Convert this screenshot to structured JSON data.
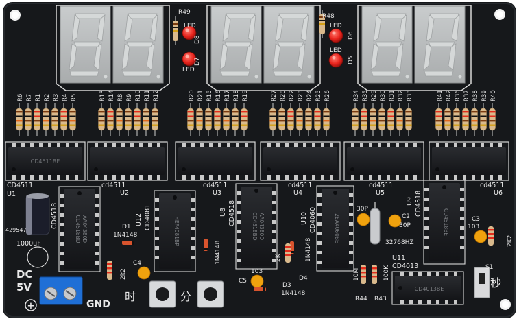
{
  "board": {
    "colors": {
      "pcb": "#16181b",
      "silkscreen": "#e8e8e8",
      "display_face": "#b9bcbd",
      "segment": "#d5d8d8",
      "chip": "#1d1f22",
      "led_red": "#e8231c",
      "terminal_blue": "#1f6fd6",
      "capacitor_orange": "#f0a20e",
      "resistor_tan": "#d9b98c"
    },
    "display_digits": 6,
    "resistor_labels": {
      "group1": [
        "R6",
        "R7",
        "R1",
        "R2",
        "R3",
        "R4",
        "R5"
      ],
      "group2": [
        "R13",
        "R14",
        "R8",
        "R9",
        "R10",
        "R11",
        "R12"
      ],
      "group3": [
        "R20",
        "R21",
        "R15",
        "R16",
        "R17",
        "R18",
        "R19"
      ],
      "group4": [
        "R27",
        "R28",
        "R22",
        "R23",
        "R24",
        "R25",
        "R26"
      ],
      "group5": [
        "R34",
        "R35",
        "R29",
        "R30",
        "R31",
        "R32",
        "R33"
      ],
      "group6": [
        "R41",
        "R42",
        "R36",
        "R37",
        "R38",
        "R39",
        "R40"
      ]
    },
    "led_labels": {
      "r49": "R49",
      "led_d8": "LED",
      "d8": "D8",
      "led_d7": "LED",
      "d7": "D7",
      "r48": "R48",
      "led_d6": "LED",
      "d6": "D6",
      "led_d5": "LED",
      "d5": "D5"
    },
    "chip_labels": {
      "u1": "CD4511",
      "u1_ref": "U1",
      "u2": "cd4511",
      "u2_ref": "U2",
      "u3": "cd4511",
      "u3_ref": "U3",
      "u4": "cd4511",
      "u4_ref": "U4",
      "u5": "cd4511",
      "u5_ref": "U5",
      "u6": "cd4511",
      "u6_ref": "U6",
      "u7": "CD4518",
      "u12": "CD4081",
      "u12_ref": "U12",
      "u8": "CD4518",
      "u8_ref": "U8",
      "u10": "CD4060",
      "u10_ref": "U10",
      "u9": "CD4518",
      "u9_ref": "U9",
      "u11": "CD4013",
      "u11_ref": "U11"
    },
    "chip_markings": {
      "u1": "CD4511BE",
      "u7": "CD4518BD\nAA04380D",
      "u12": "HEF4081BP",
      "u8": "CD4518BD\nAA04380D",
      "u10": "2EA4060BE",
      "u9": "CD4518BE",
      "u11": "CD4013BE"
    },
    "component_labels": {
      "d1": "D1",
      "d1_part": "1N4148",
      "d2_part": "1N4148",
      "d3": "D3",
      "d3_part": "1N4148",
      "d4": "D4",
      "d4_part": "1N4148",
      "c4": "C4",
      "c5": "C5",
      "c5_val": "103",
      "c1": "30P",
      "c2": "C2",
      "c2_val": "30P",
      "c3": "C3",
      "c3_val": "103",
      "r_2k2_left": "2k2",
      "r_2k2_right": "2K2",
      "r_2k": "2K",
      "r44": "R44",
      "r43": "R43",
      "r_10m": "10M",
      "r_100k": "100K",
      "crystal": "32768HZ",
      "s1": "S1",
      "cap_main": "1000uF",
      "cap_code": "429547",
      "power_dc": "DC",
      "power_5v": "5V",
      "plus": "+",
      "gnd": "GND",
      "btn_hour": "时",
      "btn_minute": "分",
      "btn_second": "秒"
    }
  }
}
